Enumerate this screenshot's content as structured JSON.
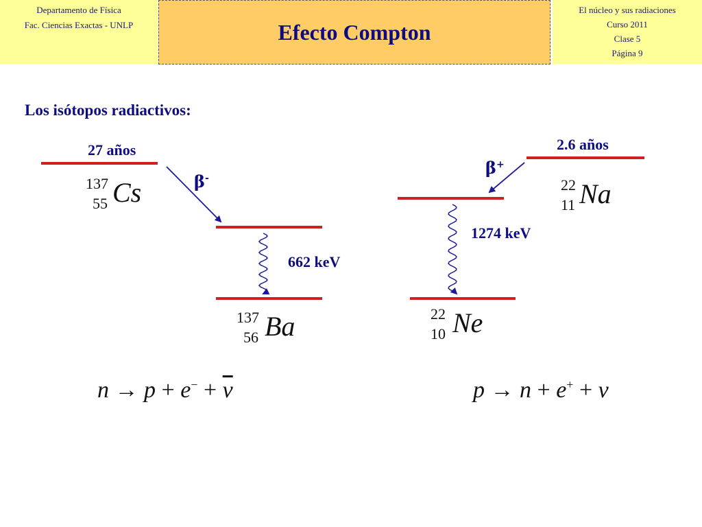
{
  "header": {
    "left": [
      "Departamento de Física",
      "Fac. Ciencias Exactas - UNLP"
    ],
    "title": "Efecto Compton",
    "right": [
      "El núcleo y sus radiaciones",
      "Curso 2011",
      "Clase 5",
      "Página 9"
    ]
  },
  "content": {
    "subtitle": "Los isótopos radiactivos:",
    "left_scheme": {
      "half_life": "27 años",
      "decay": "β",
      "decay_sign": "-",
      "energy": "662 keV",
      "parent": {
        "mass": "137",
        "z": "55",
        "symbol": "Cs"
      },
      "daughter": {
        "mass": "137",
        "z": "56",
        "symbol": "Ba"
      }
    },
    "right_scheme": {
      "half_life": "2.6 años",
      "decay": "β",
      "decay_sign": "+",
      "energy": "1274 keV",
      "parent": {
        "mass": "22",
        "z": "11",
        "symbol": "Na"
      },
      "daughter": {
        "mass": "22",
        "z": "10",
        "symbol": "Ne"
      }
    },
    "equation_left": {
      "n": "n",
      "arrow": "→",
      "p": "p",
      "plus1": "+",
      "e": "e",
      "e_charge": "−",
      "plus2": "+",
      "nu": "ν"
    },
    "equation_right": {
      "p": "p",
      "arrow": "→",
      "n": "n",
      "plus1": "+",
      "e": "e",
      "e_charge": "+",
      "plus2": "+",
      "nu": "ν"
    }
  },
  "colors": {
    "level": "#cc2222",
    "arrow": "#1a1a99",
    "text": "#0d0d80",
    "header_bg": "#ffff99",
    "title_bg": "#ffcc66"
  }
}
